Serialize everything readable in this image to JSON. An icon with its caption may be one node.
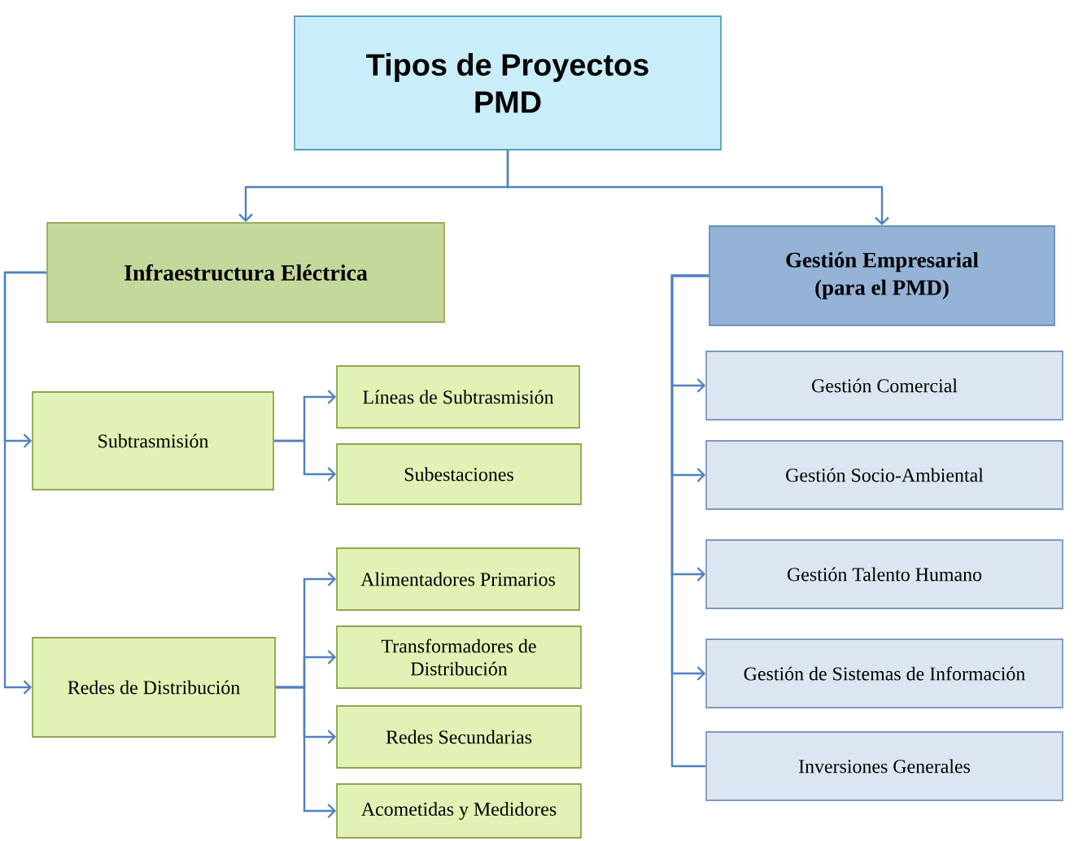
{
  "diagram": {
    "nodes": [
      {
        "text": [
          "Tipos de Proyectos PMD"
        ]
      },
      {
        "text": [
          "Infraestructura Eléctrica"
        ]
      },
      {
        "text": [
          "Gestión Empresarial (para el PMD)"
        ]
      },
      {
        "text": [
          "Subtrasmisión"
        ]
      },
      {
        "text": [
          "Líneas de Subtrasmisión"
        ]
      },
      {
        "text": [
          "Subestaciones"
        ]
      },
      {
        "text": [
          "Redes de Distribución"
        ]
      },
      {
        "text": [
          "Alimentadores Primarios"
        ]
      },
      {
        "text": [
          "Transformadores de Distribución"
        ]
      },
      {
        "text": [
          "Redes Secundarias"
        ]
      },
      {
        "text": [
          "Acometidas y Medidores"
        ]
      },
      {
        "text": [
          "Gestión Comercial"
        ]
      },
      {
        "text": [
          "Gestión Socio-Ambiental"
        ]
      },
      {
        "text": [
          "Gestión Talento Humano"
        ]
      },
      {
        "text": [
          "Gestión de Sistemas de Información"
        ]
      },
      {
        "text": [
          "Inversiones Generales"
        ]
      }
    ],
    "edges": [
      {
        "from": 0,
        "to": 1,
        "arrow": "to"
      },
      {
        "from": 0,
        "to": 2,
        "arrow": "to"
      },
      {
        "from": 1,
        "to": 3,
        "arrow": "to"
      },
      {
        "from": 1,
        "to": 6,
        "arrow": "to"
      },
      {
        "from": 3,
        "to": 4,
        "arrow": "to"
      },
      {
        "from": 3,
        "to": 5,
        "arrow": "to"
      },
      {
        "from": 6,
        "to": 7,
        "arrow": "to"
      },
      {
        "from": 6,
        "to": 8,
        "arrow": "to"
      },
      {
        "from": 6,
        "to": 9,
        "arrow": "to"
      },
      {
        "from": 6,
        "to": 10,
        "arrow": "to"
      },
      {
        "from": 2,
        "to": 11,
        "arrow": "to"
      },
      {
        "from": 2,
        "to": 12,
        "arrow": "to"
      },
      {
        "from": 2,
        "to": 13,
        "arrow": "to"
      },
      {
        "from": 2,
        "to": 14,
        "arrow": "to"
      },
      {
        "from": 2,
        "to": 15,
        "arrow": "none"
      }
    ]
  }
}
